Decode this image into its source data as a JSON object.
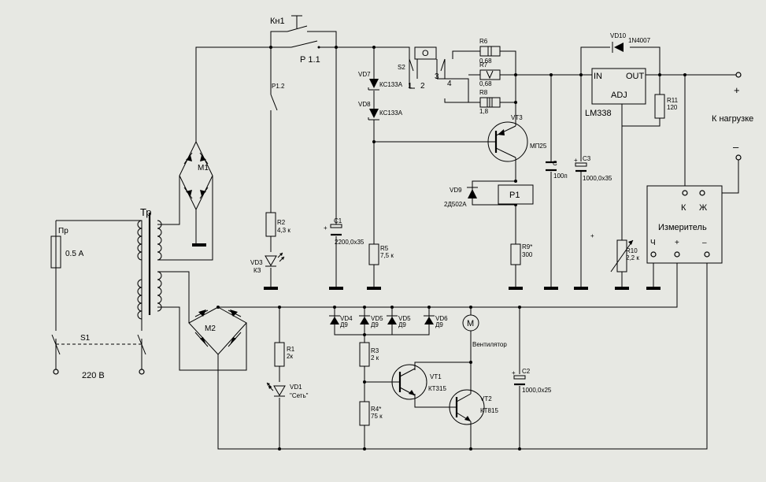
{
  "labels": {
    "kn1": "Кн1",
    "p11": "Р 1.1",
    "p12": "Р1.2",
    "pr": "Пр",
    "pr_val": "0.5 А",
    "tr": "Тр",
    "s1": "S1",
    "mains": "220 В",
    "m1": "М1",
    "m2": "М2",
    "r2": "R2",
    "r2_val": "4,3 к",
    "vd3": "VD3",
    "vd3_val": "КЗ",
    "c1": "C1",
    "c1_val": "2200,0х35",
    "r5": "R5",
    "r5_val": "7,5 к",
    "vd7": "VD7",
    "vd7_val": "КС133А",
    "vd8": "VD8",
    "vd8_val": "КС133А",
    "s2": "S2",
    "o": "O",
    "p1": "1",
    "p2": "2",
    "p3": "3",
    "p4": "4",
    "r6": "R6",
    "r6_val": "0,68",
    "r7": "R7",
    "r7_val": "0,68",
    "r8": "R8",
    "r8_val": "1,8",
    "vt3": "VT3",
    "vt3_val": "МП25",
    "vd9": "VD9",
    "vd9_val": "2Д502А",
    "relay": "Р1",
    "r9": "R9*",
    "r9_val": "300",
    "c": "C",
    "c_val": "100п",
    "c3": "C3",
    "c3_val": "1000,0х35",
    "vd10": "VD10",
    "vd10_val": "1N4007",
    "in": "IN",
    "out": "OUT",
    "adj": "ADJ",
    "lm": "LM338",
    "r11": "R11",
    "r11_val": "120",
    "r10": "R10",
    "r10_val": "2,2 к",
    "load": "К нагрузке",
    "plus": "+",
    "minus": "–",
    "meter": "Измеритель",
    "meter_k": "К",
    "meter_zh": "Ж",
    "meter_ch": "Ч",
    "meter_plus": "+",
    "meter_minus": "–",
    "vd4": "VD4",
    "vd4_val": "Д9",
    "vd5a": "VD5",
    "vd5a_val": "Д9",
    "vd5b": "VD5",
    "vd5b_val": "Д9",
    "vd6": "VD6",
    "vd6_val": "Д9",
    "fan": "Вентилятор",
    "fan_m": "М",
    "r1": "R1",
    "r1_val": "2к",
    "vd1": "VD1",
    "vd1_val": "\"Сеть\"",
    "r3": "R3",
    "r3_val": "2 к",
    "r4": "R4*",
    "r4_val": "75 к",
    "vt1": "VT1",
    "vt1_val": "КТ315",
    "vt2": "VT2",
    "vt2_val": "КТ815",
    "c2": "C2",
    "c2_val": "1000,0х25",
    "c_plus": "+"
  },
  "colors": {
    "background": "#e7e8e3",
    "ink": "#000000"
  }
}
